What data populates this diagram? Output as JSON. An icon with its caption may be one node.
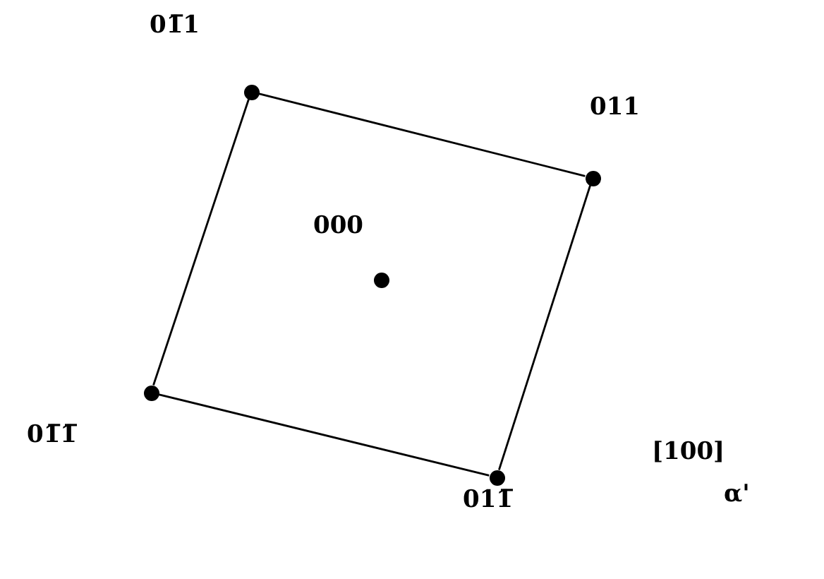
{
  "diagram": {
    "nodes": [
      {
        "text": [],
        "shape": "circle",
        "beside": [
          "01̅1"
        ]
      },
      {
        "text": [],
        "shape": "circle",
        "beside": [
          "011"
        ]
      },
      {
        "text": [],
        "shape": "circle",
        "beside": [
          "000"
        ]
      },
      {
        "text": [],
        "shape": "circle",
        "beside": [
          "01̅1̅"
        ]
      },
      {
        "text": [],
        "shape": "circle",
        "beside": [
          "011̅"
        ]
      }
    ],
    "edges": [
      {
        "from": 0,
        "to": 1,
        "arrow": "none"
      },
      {
        "from": 1,
        "to": 4,
        "arrow": "none"
      },
      {
        "from": 4,
        "to": 3,
        "arrow": "none"
      },
      {
        "from": 3,
        "to": 0,
        "arrow": "none"
      }
    ],
    "labels": [
      "[100]",
      "α'"
    ]
  }
}
